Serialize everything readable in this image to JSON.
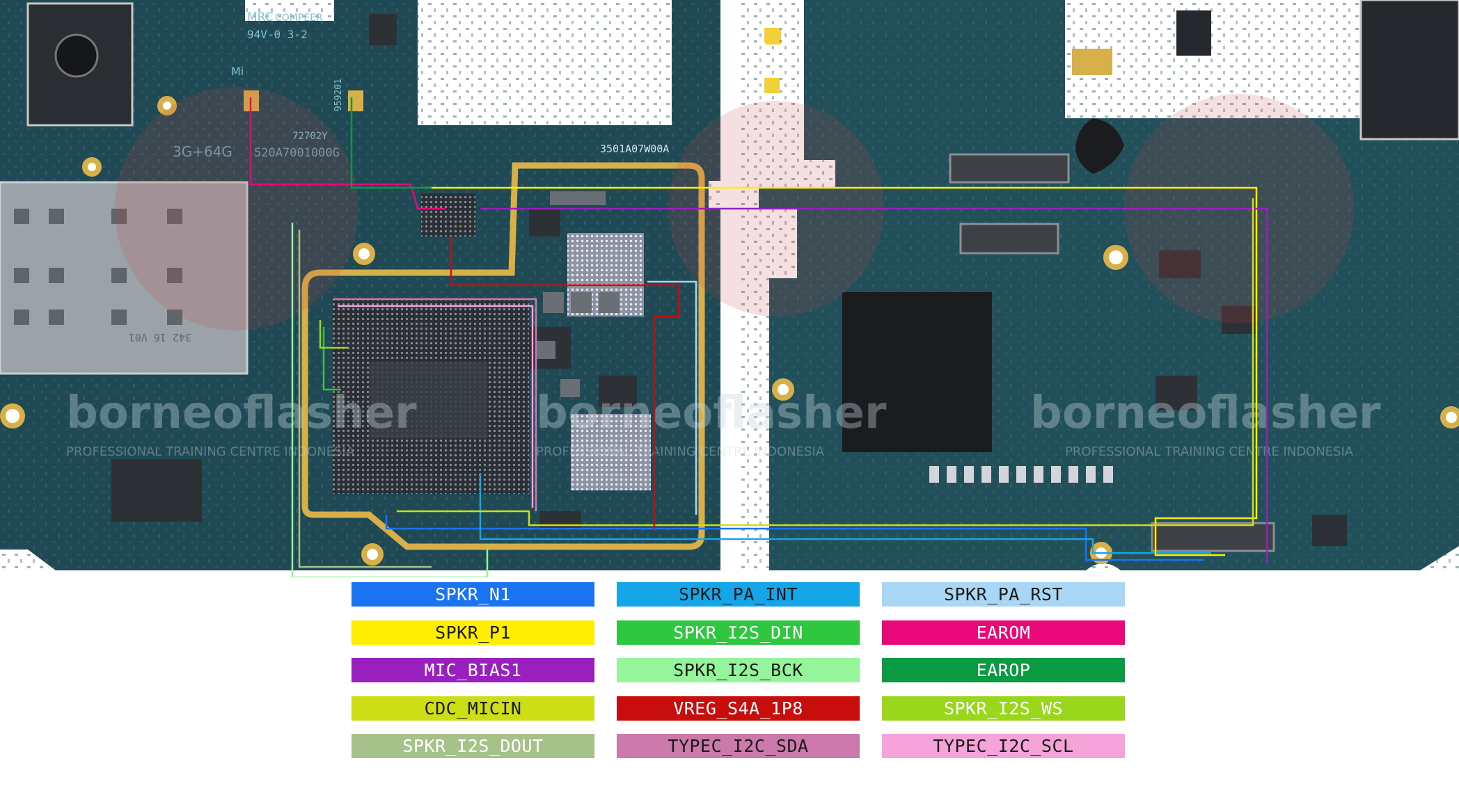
{
  "board": {
    "silkscreen": [
      "MRC",
      "COMPEER",
      "94V-0 3-2",
      "Mi",
      "3G+64G",
      "520A7001000G",
      "72702Y",
      "3501A07W00A",
      "342 16 V01",
      "959201"
    ],
    "watermark": [
      "borneoflasher",
      "PROFESSIONAL TRAINING CENTRE INDONESIA"
    ]
  },
  "legend": {
    "items": [
      {
        "label": "SPKR_N1",
        "color": "#1a73f0",
        "text_color": "#ffffff"
      },
      {
        "label": "SPKR_PA_INT",
        "color": "#14a6e8",
        "text_color": "#1a1a1a"
      },
      {
        "label": "SPKR_PA_RST",
        "color": "#a9d6f5",
        "text_color": "#1a1a1a"
      },
      {
        "label": "SPKR_P1",
        "color": "#ffee00",
        "text_color": "#1a1a1a"
      },
      {
        "label": "SPKR_I2S_DIN",
        "color": "#2ec73f",
        "text_color": "#ffffff"
      },
      {
        "label": "EAROM",
        "color": "#e8087a",
        "text_color": "#ffffff"
      },
      {
        "label": "MIC_BIAS1",
        "color": "#9a1fbf",
        "text_color": "#ffffff"
      },
      {
        "label": "SPKR_I2S_BCK",
        "color": "#95f59a",
        "text_color": "#1a1a1a"
      },
      {
        "label": "EAROP",
        "color": "#0a9a42",
        "text_color": "#ffffff"
      },
      {
        "label": "CDC_MICIN",
        "color": "#cede16",
        "text_color": "#1a1a1a"
      },
      {
        "label": "VREG_S4A_1P8",
        "color": "#c80d0d",
        "text_color": "#ffffff"
      },
      {
        "label": "SPKR_I2S_WS",
        "color": "#99d61c",
        "text_color": "#ffffff"
      },
      {
        "label": "SPKR_I2S_DOUT",
        "color": "#a6c28a",
        "text_color": "#ffffff"
      },
      {
        "label": "TYPEC_I2C_SDA",
        "color": "#cc7aac",
        "text_color": "#1a1a1a"
      },
      {
        "label": "TYPEC_I2C_SCL",
        "color": "#f5a3d9",
        "text_color": "#1a1a1a"
      }
    ]
  }
}
